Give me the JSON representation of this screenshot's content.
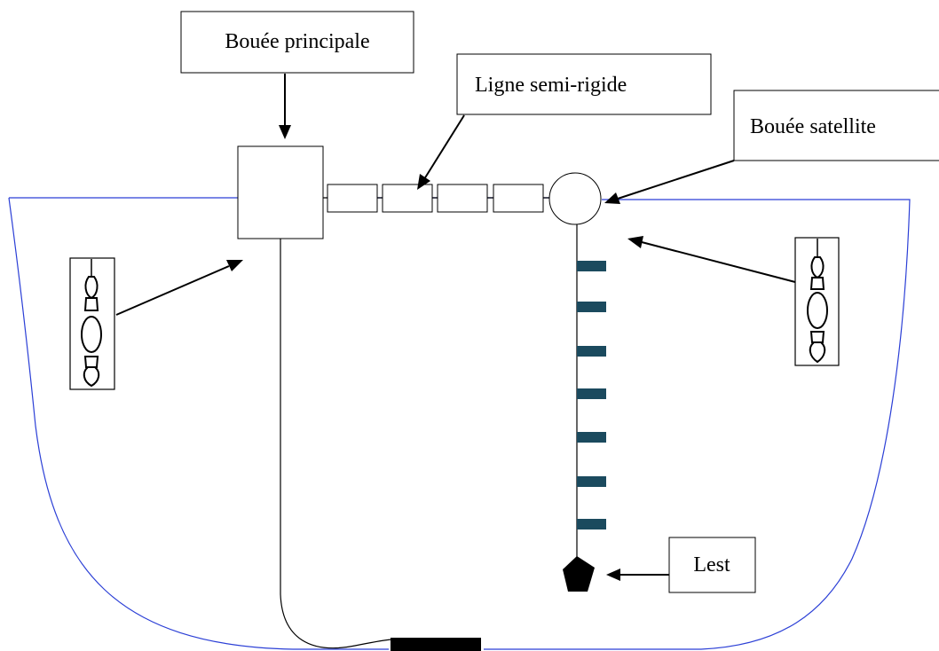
{
  "labels": {
    "main_buoy": "Bouée principale",
    "semi_rigid_line": "Ligne semi-rigide",
    "satellite_buoy": "Bouée satellite",
    "ballast": "Lest"
  },
  "colors": {
    "net_outline": "#2b3fd6",
    "dropper_segment": "#1b4a5e",
    "ballast": "#000000",
    "ground_block": "#000000"
  },
  "icons": {
    "left_swivel": "swivel-icon",
    "right_swivel": "swivel-icon"
  }
}
